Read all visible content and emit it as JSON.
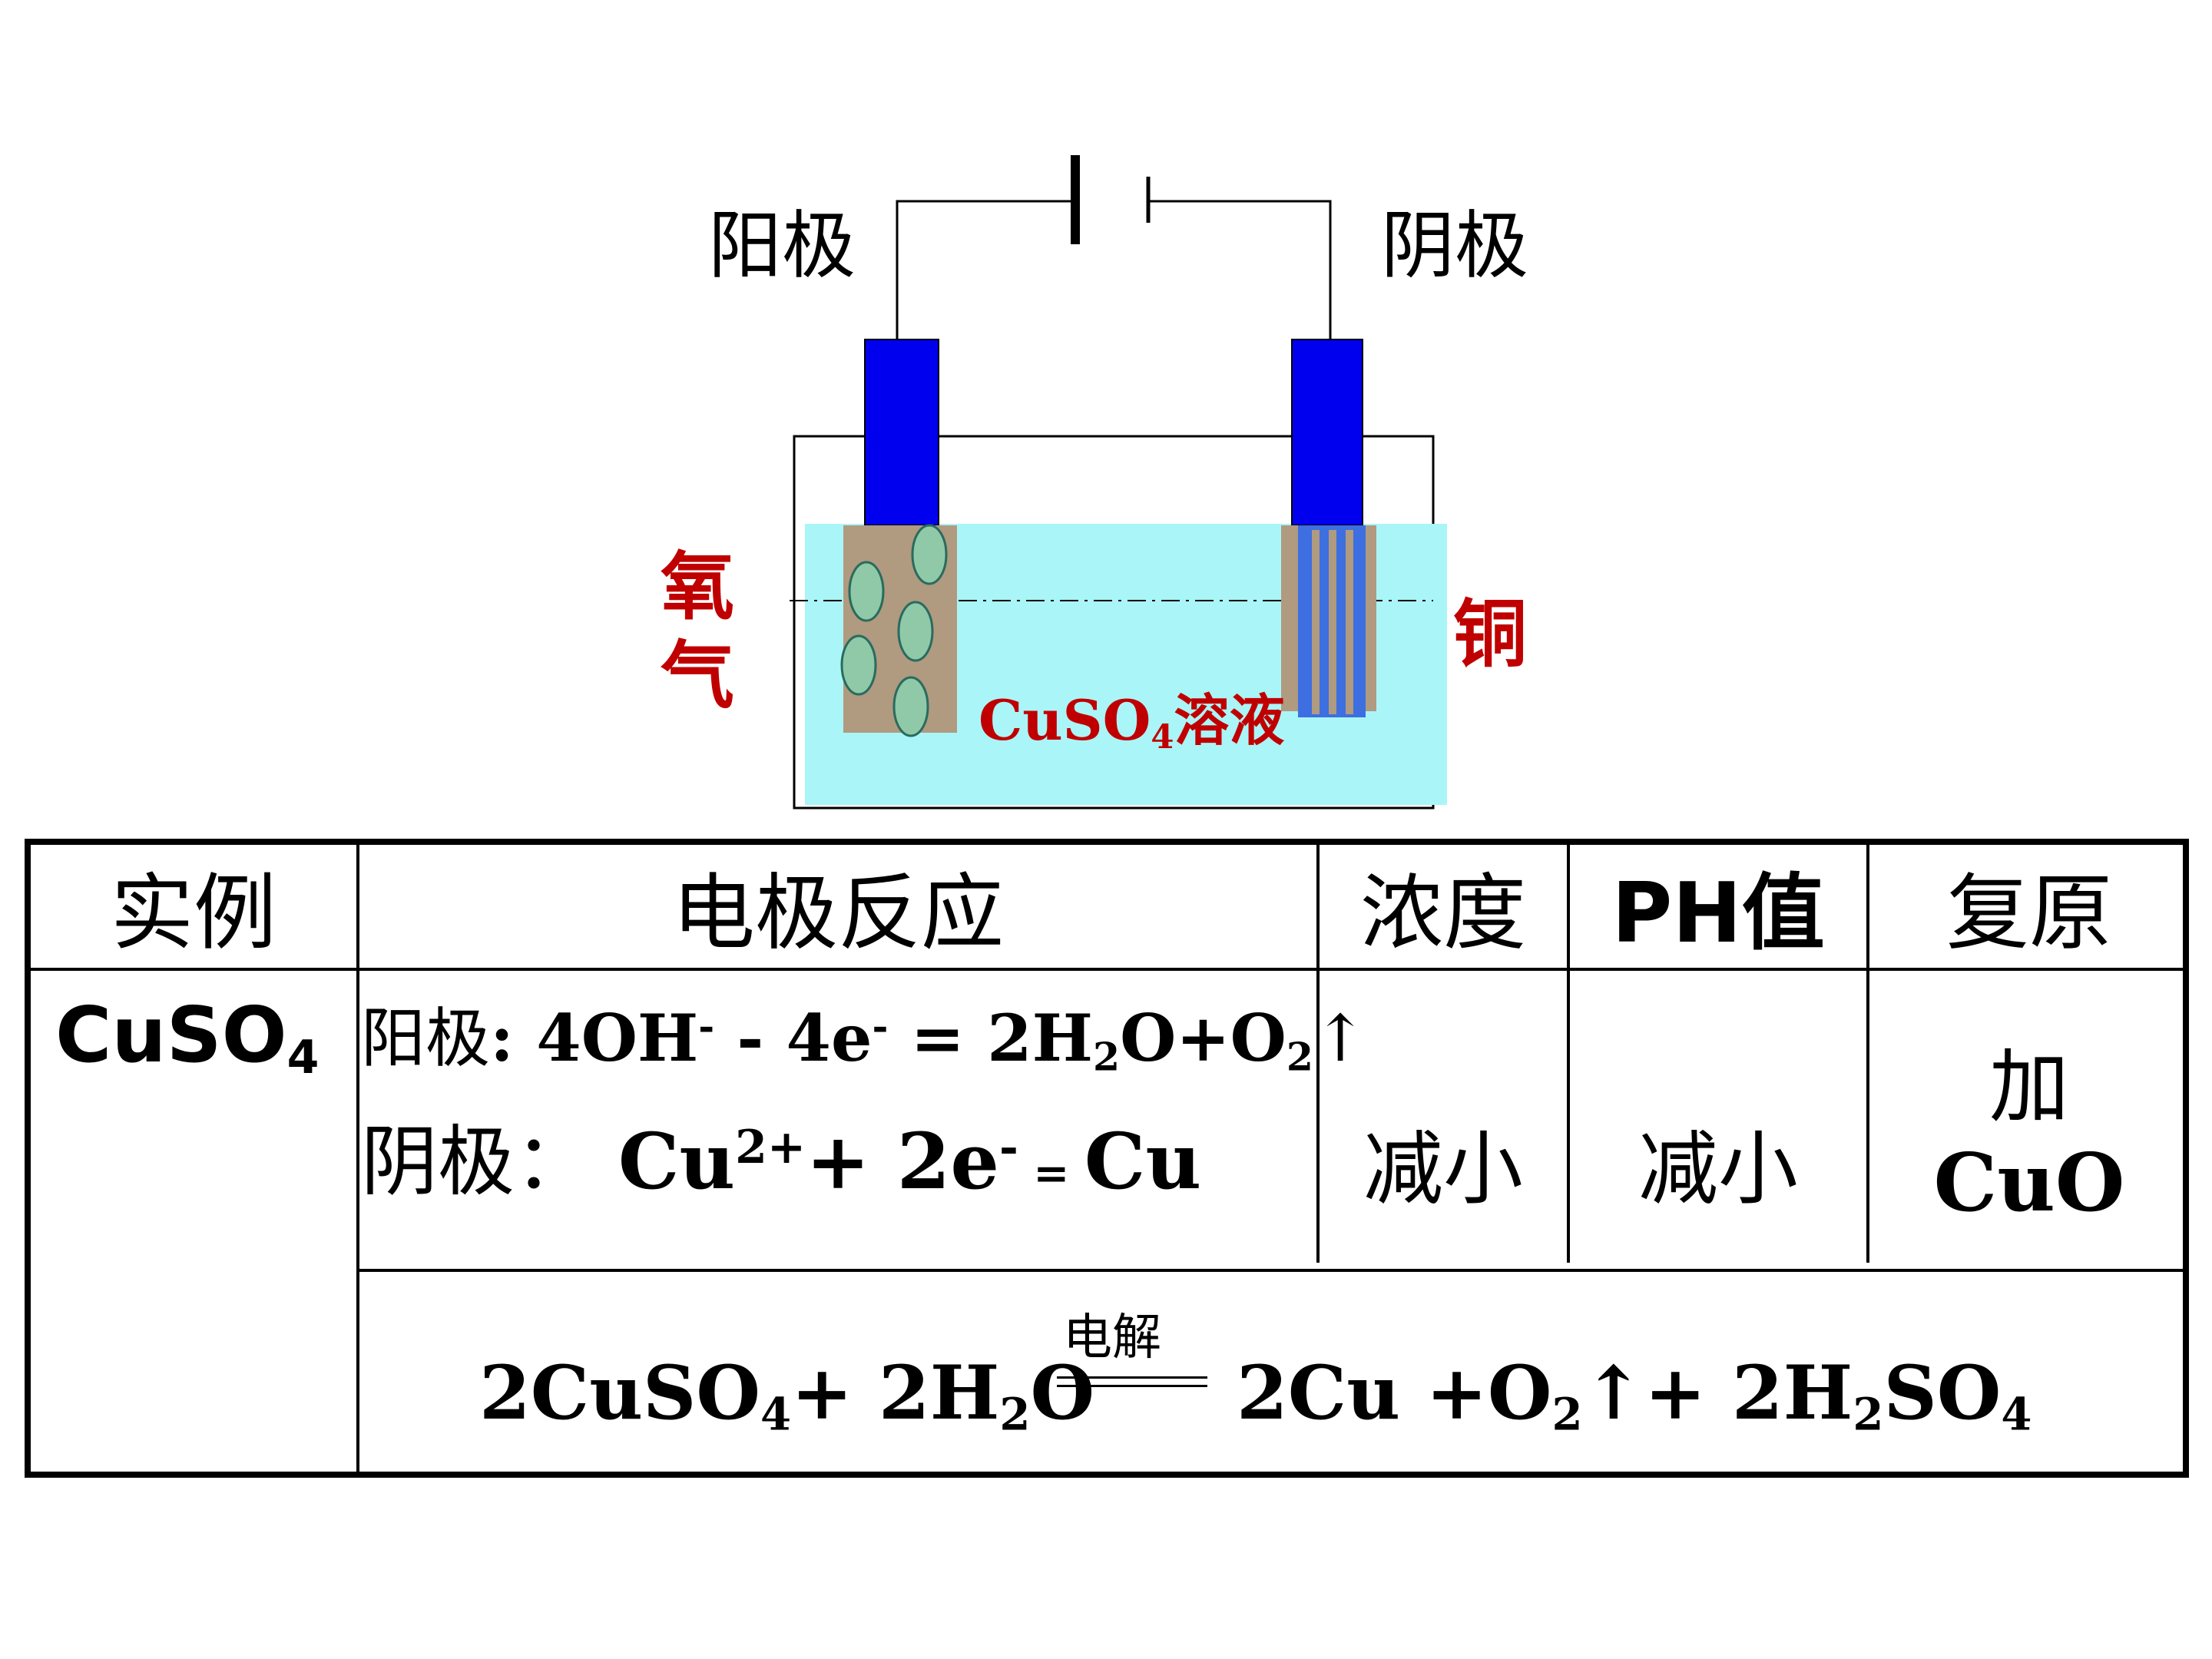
{
  "diagram": {
    "anode_label": "阳极",
    "cathode_label": "阴极",
    "oxygen_label_1": "氧",
    "oxygen_label_2": "气",
    "copper_label": "铜",
    "solution_formula": "CuSO",
    "solution_sub": "4",
    "solution_name": "溶液",
    "colors": {
      "electrode_top": "#0000ee",
      "electrode_plate": "#b09a80",
      "solution": "#aaf5f7",
      "bubble": "#8fc9a8",
      "label_red": "#c00000"
    }
  },
  "table": {
    "headers": {
      "example": "实例",
      "reaction": "电极反应",
      "concentration": "浓度",
      "ph": "PH值",
      "restore": "复原"
    },
    "row": {
      "example_formula": "CuSO",
      "example_sub": "4",
      "anode": {
        "prefix": "阳极",
        "colon": ":",
        "a": " 4OH",
        "a_sup": "-",
        "b": " - 4e",
        "b_sup": "-",
        "c": " =  2H",
        "c_sub": "2",
        "d": "O+O",
        "d_sub": "2",
        "arrow": "↑"
      },
      "cathode": {
        "prefix": "阴极：",
        "a": " Cu",
        "a_sup": "2+",
        "b": "+ 2e",
        "b_sup": "-",
        "eq": " = ",
        "c": "Cu"
      },
      "concentration": "减小",
      "ph": "减小",
      "restore_1": "加",
      "restore_2": "CuO"
    },
    "overall": {
      "left_a": "2CuSO",
      "left_a_sub": "4",
      "left_b": "+ 2H",
      "left_b_sub": "2",
      "left_c": "O",
      "condition": "电解",
      "right_a": "2Cu +O",
      "right_a_sub": "2",
      "right_b": "↑+ 2H",
      "right_b_sub": "2",
      "right_c": "SO",
      "right_c_sub": "4"
    }
  }
}
